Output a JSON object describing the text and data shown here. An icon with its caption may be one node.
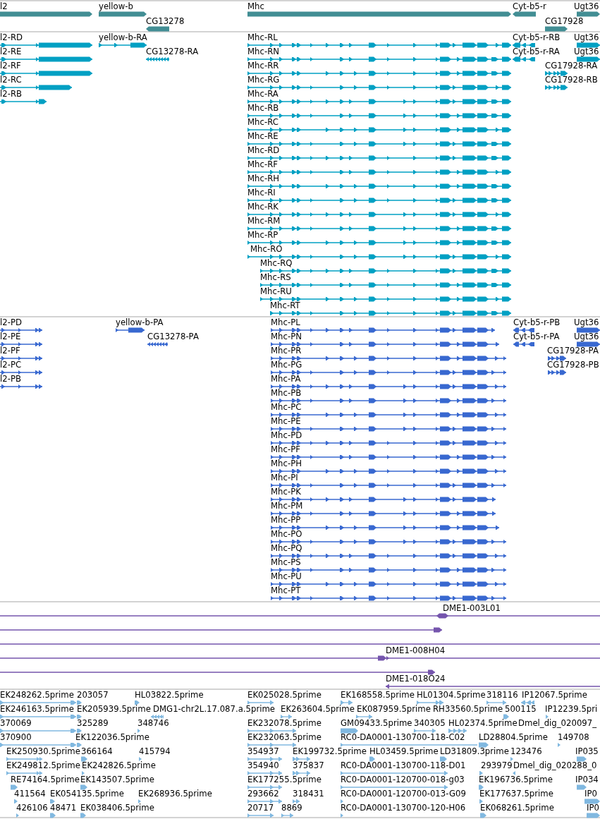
{
  "diagram": {
    "nodes": [
      {
        "text": [
          "l2"
        ]
      },
      {
        "text": [
          "yellow-b"
        ]
      },
      {
        "text": [
          "Mhc"
        ]
      },
      {
        "text": [
          "Cyt-b5-r"
        ]
      },
      {
        "text": [
          "Ugt36"
        ]
      },
      {
        "text": [
          "CG13278"
        ]
      },
      {
        "text": [
          "CG17928"
        ]
      },
      {
        "text": [
          "l2-RD"
        ]
      },
      {
        "text": [
          "yellow-b-RA"
        ]
      },
      {
        "text": [
          "Mhc-RL"
        ]
      },
      {
        "text": [
          "Cyt-b5-r-RB"
        ]
      },
      {
        "text": [
          "Ugt36"
        ]
      },
      {
        "text": [
          "l2-RE"
        ]
      },
      {
        "text": [
          "CG13278-RA"
        ]
      },
      {
        "text": [
          "Mhc-RN"
        ]
      },
      {
        "text": [
          "Cyt-b5-r-RA"
        ]
      },
      {
        "text": [
          "Ugt36"
        ]
      },
      {
        "text": [
          "l2-RF"
        ]
      },
      {
        "text": [
          "Mhc-RR"
        ]
      },
      {
        "text": [
          "CG17928-RA"
        ]
      },
      {
        "text": [
          "l2-RC"
        ]
      },
      {
        "text": [
          "Mhc-RG"
        ]
      },
      {
        "text": [
          "CG17928-RB"
        ]
      },
      {
        "text": [
          "l2-RB"
        ]
      },
      {
        "text": [
          "Mhc-RA"
        ]
      },
      {
        "text": [
          "Mhc-RB"
        ]
      },
      {
        "text": [
          "Mhc-RC"
        ]
      },
      {
        "text": [
          "Mhc-RE"
        ]
      },
      {
        "text": [
          "Mhc-RD"
        ]
      },
      {
        "text": [
          "Mhc-RF"
        ]
      },
      {
        "text": [
          "Mhc-RH"
        ]
      },
      {
        "text": [
          "Mhc-RI"
        ]
      },
      {
        "text": [
          "Mhc-RK"
        ]
      },
      {
        "text": [
          "Mhc-RM"
        ]
      },
      {
        "text": [
          "Mhc-RP"
        ]
      },
      {
        "text": [
          "Mhc-RO"
        ]
      },
      {
        "text": [
          "Mhc-RQ"
        ]
      },
      {
        "text": [
          "Mhc-RS"
        ]
      },
      {
        "text": [
          "Mhc-RU"
        ]
      },
      {
        "text": [
          "Mhc-RT"
        ]
      },
      {
        "text": [
          "l2-PD"
        ]
      },
      {
        "text": [
          "yellow-b-PA"
        ]
      },
      {
        "text": [
          "Mhc-PL"
        ]
      },
      {
        "text": [
          "Cyt-b5-r-PB"
        ]
      },
      {
        "text": [
          "Ugt36"
        ]
      },
      {
        "text": [
          "l2-PE"
        ]
      },
      {
        "text": [
          "CG13278-PA"
        ]
      },
      {
        "text": [
          "Mhc-PN"
        ]
      },
      {
        "text": [
          "Cyt-b5-r-PA"
        ]
      },
      {
        "text": [
          "Ugt36"
        ]
      },
      {
        "text": [
          "l2-PF"
        ]
      },
      {
        "text": [
          "Mhc-PR"
        ]
      },
      {
        "text": [
          "CG17928-PA"
        ]
      },
      {
        "text": [
          "l2-PC"
        ]
      },
      {
        "text": [
          "Mhc-PG"
        ]
      },
      {
        "text": [
          "CG17928-PB"
        ]
      },
      {
        "text": [
          "l2-PB"
        ]
      },
      {
        "text": [
          "Mhc-PA"
        ]
      },
      {
        "text": [
          "Mhc-PB"
        ]
      },
      {
        "text": [
          "Mhc-PC"
        ]
      },
      {
        "text": [
          "Mhc-PE"
        ]
      },
      {
        "text": [
          "Mhc-PD"
        ]
      },
      {
        "text": [
          "Mhc-PF"
        ]
      },
      {
        "text": [
          "Mhc-PH"
        ]
      },
      {
        "text": [
          "Mhc-PI"
        ]
      },
      {
        "text": [
          "Mhc-PK"
        ]
      },
      {
        "text": [
          "Mhc-PM"
        ]
      },
      {
        "text": [
          "Mhc-PP"
        ]
      },
      {
        "text": [
          "Mhc-PO"
        ]
      },
      {
        "text": [
          "Mhc-PQ"
        ]
      },
      {
        "text": [
          "Mhc-PS"
        ]
      },
      {
        "text": [
          "Mhc-PU"
        ]
      },
      {
        "text": [
          "Mhc-PT"
        ]
      },
      {
        "text": [
          "DME1-003L01"
        ]
      },
      {
        "text": [],
        "shape": "bar"
      },
      {
        "text": [],
        "shape": "bar"
      },
      {
        "text": [
          "DME1-008H04"
        ]
      },
      {
        "text": [],
        "shape": "bar"
      },
      {
        "text": [
          "DME1-018O24"
        ]
      },
      {
        "text": [
          "EK248262.5prime"
        ]
      },
      {
        "text": [
          "203057"
        ]
      },
      {
        "text": [
          "HL03822.5prime"
        ]
      },
      {
        "text": [
          "EK025028.5prime"
        ]
      },
      {
        "text": [
          "EK168558.5prime"
        ]
      },
      {
        "text": [
          "HL01304.5prime"
        ]
      },
      {
        "text": [
          "318116"
        ]
      },
      {
        "text": [
          "IP12067.5prime"
        ]
      },
      {
        "text": [
          "EK246163.5prime"
        ]
      },
      {
        "text": [
          "EK205939.5prime"
        ]
      },
      {
        "text": [
          "DMG1-chr2L.17.087.a.5prime"
        ]
      },
      {
        "text": [
          "EK263604.5prime"
        ]
      },
      {
        "text": [
          "EK087959.5prime"
        ]
      },
      {
        "text": [
          "RH33560.5prime"
        ]
      },
      {
        "text": [
          "500115"
        ]
      },
      {
        "text": [
          "IP12239.5pri"
        ]
      },
      {
        "text": [
          "370069"
        ]
      },
      {
        "text": [
          "325289"
        ]
      },
      {
        "text": [
          "348746"
        ]
      },
      {
        "text": [
          "EK232078.5prime"
        ]
      },
      {
        "text": [
          "GM09433.5prime"
        ]
      },
      {
        "text": [
          "340305"
        ]
      },
      {
        "text": [
          "HL02374.5prime"
        ]
      },
      {
        "text": [
          "Dmel_dig_020097_"
        ]
      },
      {
        "text": [
          "370900"
        ]
      },
      {
        "text": [
          "EK122036.5prime"
        ]
      },
      {
        "text": [
          "EK232063.5prime"
        ]
      },
      {
        "text": [
          "RC0-DA0001-130700-118-C02"
        ]
      },
      {
        "text": [
          "LD28804.5prime"
        ]
      },
      {
        "text": [
          "149708"
        ]
      },
      {
        "text": [
          "EK250930.5prime"
        ]
      },
      {
        "text": [
          "366164"
        ]
      },
      {
        "text": [
          "415794"
        ]
      },
      {
        "text": [
          "354937"
        ]
      },
      {
        "text": [
          "EK199732.5prime"
        ]
      },
      {
        "text": [
          "HL03459.5prime"
        ]
      },
      {
        "text": [
          "LD31809.3prime"
        ]
      },
      {
        "text": [
          "123476"
        ]
      },
      {
        "text": [
          "IP035"
        ]
      },
      {
        "text": [
          "EK249812.5prime"
        ]
      },
      {
        "text": [
          "EK242826.5prime"
        ]
      },
      {
        "text": [
          "354940"
        ]
      },
      {
        "text": [
          "375837"
        ]
      },
      {
        "text": [
          "RC0-DA0001-130700-118-D01"
        ]
      },
      {
        "text": [
          "293979"
        ]
      },
      {
        "text": [
          "Dmel_dig_020288_0"
        ]
      },
      {
        "text": [
          "RE74164.5prime"
        ]
      },
      {
        "text": [
          "EK143507.5prime"
        ]
      },
      {
        "text": [
          "EK177255.5prime"
        ]
      },
      {
        "text": [
          "RC0-DA0001-120700-018-g03"
        ]
      },
      {
        "text": [
          "EK196736.5prime"
        ]
      },
      {
        "text": [
          "IP034"
        ]
      },
      {
        "text": [
          "411564"
        ]
      },
      {
        "text": [
          "EK054135.5prime"
        ]
      },
      {
        "text": [
          "EK268936.5prime"
        ]
      },
      {
        "text": [
          "293662"
        ]
      },
      {
        "text": [
          "318431"
        ]
      },
      {
        "text": [
          "RC0-DA0001-120700-013-G09"
        ]
      },
      {
        "text": [
          "EK177637.5prime"
        ]
      },
      {
        "text": [
          "IP0"
        ]
      },
      {
        "text": [
          "426106"
        ]
      },
      {
        "text": [
          "48471"
        ]
      },
      {
        "text": [
          "EK038406.5prime"
        ]
      },
      {
        "text": [
          "20717"
        ]
      },
      {
        "text": [
          "8869"
        ]
      },
      {
        "text": [
          "RC0-DA0001-130700-120-H06"
        ]
      },
      {
        "text": [
          "EK068261.5prime"
        ]
      },
      {
        "text": [
          "IP0"
        ]
      }
    ]
  }
}
